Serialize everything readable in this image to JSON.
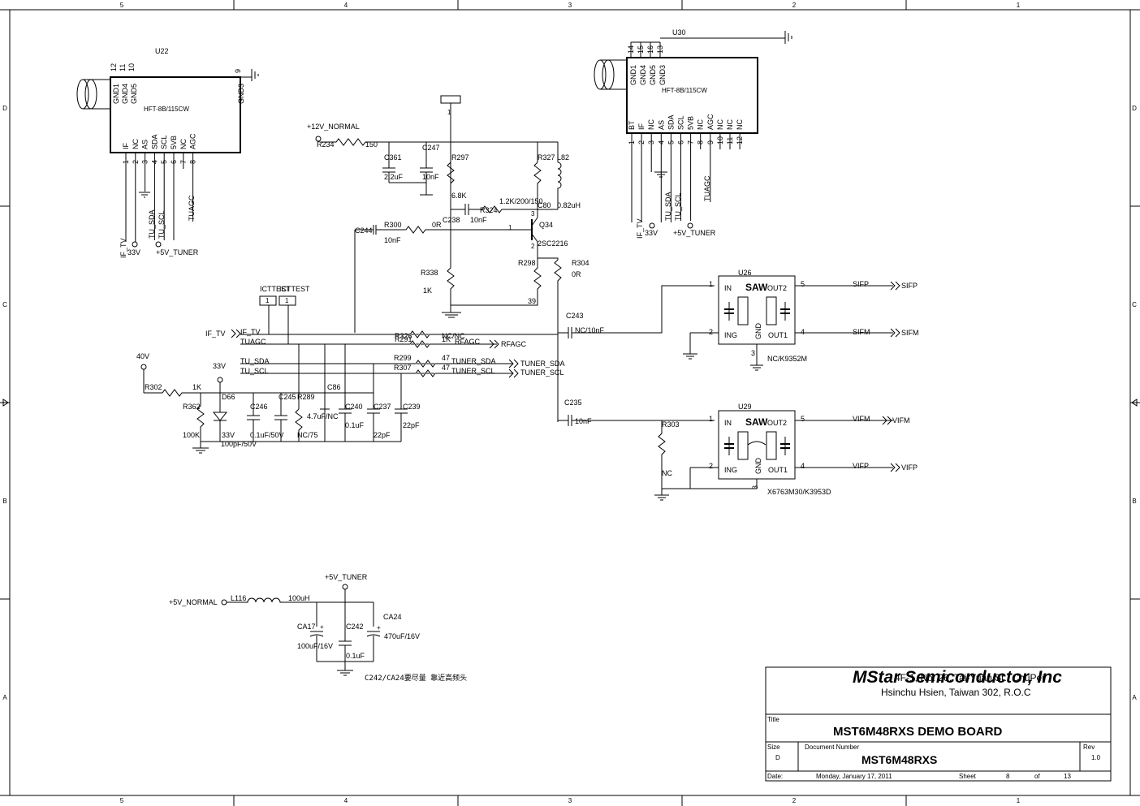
{
  "frame": {
    "col_labels": [
      "5",
      "4",
      "3",
      "2",
      "1"
    ],
    "row_labels": [
      "D",
      "C",
      "B",
      "A"
    ]
  },
  "title_block": {
    "company": "MStar Semiconductor, Inc",
    "address_line1": "4F-1, No. 26, Tai-Yuan St., ChuPei",
    "address_line2": "Hsinchu Hsien, Taiwan 302, R.O.C",
    "title_caption": "Title",
    "title": "MST6M48RXS DEMO BOARD",
    "size_caption": "Size",
    "size": "D",
    "doc_caption": "Document Number",
    "doc_number": "MST6M48RXS",
    "rev_caption": "Rev",
    "rev": "1.0",
    "date_caption": "Date:",
    "date": "Monday, January 17, 2011",
    "sheet_caption": "Sheet",
    "sheet": "8",
    "of_caption": "of",
    "sheet_total": "13"
  },
  "u22": {
    "ref": "U22",
    "part": "HFT-8B/115CW",
    "gnd_labels": [
      "GND1",
      "GND4",
      "GND5"
    ],
    "gnd_pins": [
      "12",
      "11",
      "10"
    ],
    "gnd3_label": "GND3",
    "gnd3_pin": "9",
    "pin_labels": [
      "IF",
      "NC",
      "AS",
      "SDA",
      "SCL",
      "5VB",
      "NC",
      "AGC"
    ],
    "pin_numbers": [
      "1",
      "2",
      "3",
      "4",
      "5",
      "6",
      "7",
      "8"
    ],
    "net_if": "IF_TV",
    "net_33v": "33V",
    "net_sda": "TU_SDA",
    "net_scl": "TU_SCL",
    "net_5v": "+5V_TUNER",
    "net_agc": "TUAGC"
  },
  "u30": {
    "ref": "U30",
    "part": "HFT-8B/115CW",
    "gnd_labels": [
      "GND1",
      "GND4",
      "GND5",
      "GND3"
    ],
    "gnd_pins": [
      "14",
      "15",
      "16",
      "13"
    ],
    "pin_labels": [
      "BT",
      "IF",
      "NC",
      "AS",
      "SDA",
      "SCL",
      "5VB",
      "NC",
      "AGC",
      "NC",
      "NC",
      "NC"
    ],
    "pin_numbers": [
      "1",
      "2",
      "3",
      "4",
      "5",
      "6",
      "7",
      "8",
      "9",
      "10",
      "11",
      "12"
    ],
    "net_if": "IF_TV",
    "net_33v": "33V",
    "net_sda": "TU_SDA",
    "net_scl": "TU_SCL",
    "net_5v": "+5V_TUNER",
    "net_agc": "TUAGC"
  },
  "amp": {
    "j_pin": "1",
    "pwr": "+12V_NORMAL",
    "r234": "R234",
    "r234_val": "150",
    "c361": "C361",
    "c361_val": "2.2uF",
    "c247": "C247",
    "c247_val": "10nF",
    "r297": "R297",
    "r297_val": "6.8K",
    "r327": "R327",
    "l82": "L82",
    "l82_val": "0.82uH",
    "r_val_mid": "1.2K/200/150",
    "c80": "C80",
    "r324": "R324",
    "c238": "C238",
    "c238_val": "10nF",
    "q34": "Q34",
    "q34_part": "2SC2216",
    "q_b": "1",
    "q_c": "3",
    "q_e": "2",
    "c244": "C244",
    "r300": "R300",
    "r300_val": "0R",
    "c244_val": "10nF",
    "r338": "R338",
    "r338_val": "1K",
    "r298": "R298",
    "r298_val": "39",
    "r304": "R304",
    "r304_val": "0R",
    "c243": "C243",
    "c243_val": "NC/10nF",
    "c235": "C235",
    "c235_val": "10nF"
  },
  "ictest": {
    "label1": "ICTTEST",
    "label2": "ICTTEST",
    "pin": "1"
  },
  "bus": {
    "if_tv_in": "IF_TV",
    "if_tv": "IF_TV",
    "tuagc": "TUAGC",
    "tu_sda": "TU_SDA",
    "tu_scl": "TU_SCL",
    "r326": "R326",
    "r291": "R291",
    "r326_val": "NC/NC",
    "r291_val": "1K",
    "rfagc": "RFAGC",
    "rfagc_out": "RFAGC",
    "r299": "R299",
    "r307": "R307",
    "r299_val": "47",
    "r307_val": "47",
    "tuner_sda": "TUNER_SDA",
    "tuner_scl": "TUNER_SCL",
    "tuner_sda_out": "TUNER_SDA",
    "tuner_scl_out": "TUNER_SCL"
  },
  "lower_left": {
    "v40": "40V",
    "v33": "33V",
    "r302": "R302",
    "r302_val": "1K",
    "r362": "R362",
    "r362_val": "100K",
    "d66": "D66",
    "d66_val": "33V",
    "c246": "C246",
    "c246_val": "0.1uF/50V",
    "c246_b": "100pF/50V",
    "c245": "C245",
    "r289": "R289",
    "r289_val": "NC/75",
    "c86": "C86",
    "c86_val": "4.7uF/NC",
    "c240": "C240",
    "c240_val": "0.1uF",
    "c237": "C237",
    "c237_val": "22pF",
    "c239": "C239",
    "c239_val": "22pF"
  },
  "u26": {
    "ref": "U26",
    "saw": "SAW",
    "in": "IN",
    "ing": "ING",
    "gnd": "GND",
    "out1": "OUT1",
    "out2": "OUT2",
    "p1": "1",
    "p2": "2",
    "p3": "3",
    "p4": "4",
    "p5": "5",
    "net_p": "SIFP",
    "net_m": "SIFM",
    "port_p": "SIFP",
    "port_m": "SIFM",
    "part": "NC/K9352M"
  },
  "u29": {
    "ref": "U29",
    "saw": "SAW",
    "in": "IN",
    "ing": "ING",
    "gnd": "GND",
    "out1": "OUT1",
    "out2": "OUT2",
    "p1": "1",
    "p2": "2",
    "p3": "3",
    "p4": "4",
    "p5": "5",
    "net_m": "VIFM",
    "net_p": "VIFP",
    "port_m": "VIFM",
    "port_p": "VIFP",
    "r303": "R303",
    "r303_val": "NC",
    "part": "X6763M30/K3953D"
  },
  "power": {
    "v5_tuner": "+5V_TUNER",
    "v5_normal": "+5V_NORMAL",
    "l116": "L116",
    "l116_val": "100uH",
    "ca17": "CA17",
    "ca17_val": "100uF/16V",
    "c242": "C242",
    "c242_val": "0.1uF",
    "ca24": "CA24",
    "ca24_val": "470uF/16V",
    "plus": "+",
    "note": "C242/CA24要尽量 靠近高频头"
  }
}
